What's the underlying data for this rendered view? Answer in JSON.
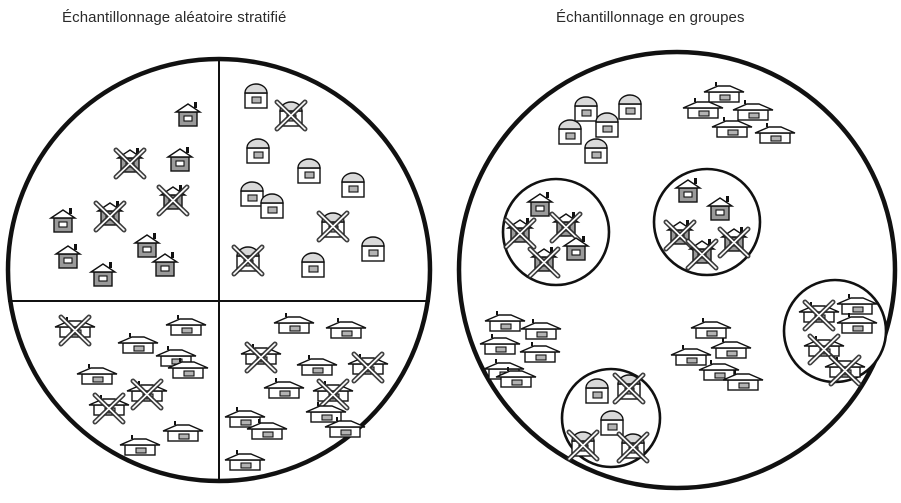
{
  "panels": {
    "stratified": {
      "title": "Échantillonnage aléatoire stratifié"
    },
    "cluster": {
      "title": "Échantillonnage en groupes"
    }
  },
  "house_styles": {
    "A": "pitched roof with chimney, dark grey fill",
    "B": "domed roof, white fill",
    "C": "wide flat house with overhanging roof, light fill"
  },
  "colors": {
    "outline": "#111111",
    "house_fill_dark": "#9a9a9a",
    "house_fill_light": "#ffffff",
    "window_fill": "#b3b3b3",
    "cross": "#2b2b2b"
  },
  "legend_meaning": {
    "crossed_out_house": "selected in sample"
  }
}
